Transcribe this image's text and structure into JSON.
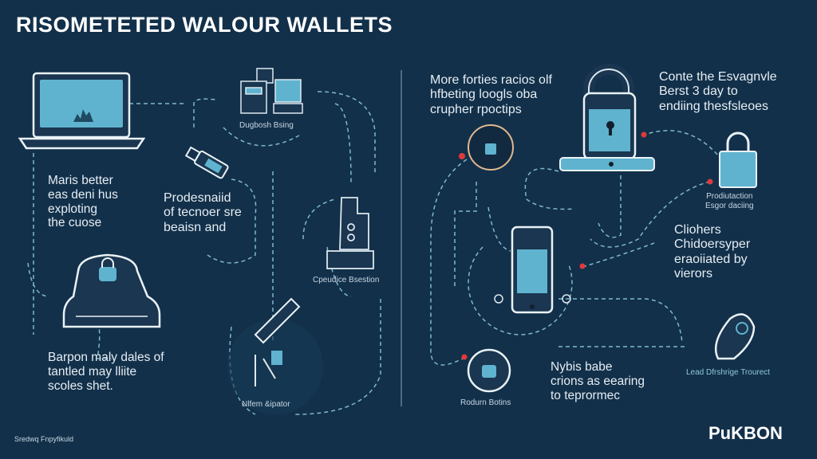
{
  "title": "RISOMETETED WALOUR WALLETS",
  "left_panel": {
    "devices_label": "Dugbosh Bsing",
    "block1": "Maris better\neas deni hus\nexploting\nthe cuose",
    "block2": "Prodesnaiid\nof tecnoer sre\nbeaisn and",
    "server_label": "Cpeudice Bsestion",
    "block3": "Barpon maly dales of\ntantled may lliite\nscoles shet.",
    "tool_label": "Nlfem &ipator",
    "footer_note": "Sredwq Fnpyfikuld"
  },
  "right_panel": {
    "block1": "More forties racios olf\nhfbeting loogls oba\ncrupher rpoctips",
    "block2": "Conte the Esvagnvle\nBerst 3 day to\nendiing thesfsleoes",
    "lock_label": "Prodiutaction\nEsgor daciing",
    "block3": "Cliohers\nChidoersyper\neraoiiated by\nvierors",
    "badge_label": "Rodurn Botins",
    "block4": "Nybis babe\ncrions as eearing\nto teprormec",
    "hand_label": "Lead Dfrshrige Trourect"
  },
  "brand": "PuKBON",
  "colors": {
    "background": "#12304a",
    "accent": "#5fb3cf",
    "dot": "#e03a3a",
    "line": "#7fb8cc"
  }
}
